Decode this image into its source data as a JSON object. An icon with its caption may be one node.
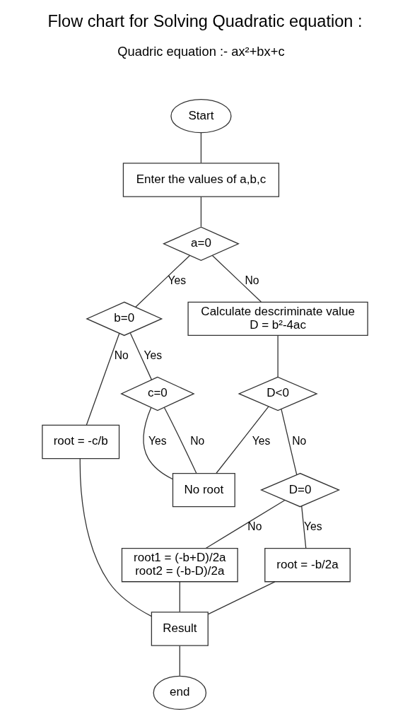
{
  "diagram": {
    "title": "Flow chart for Solving Quadratic equation :",
    "nodes": [
      {
        "text": [
          "Start"
        ]
      },
      {
        "text": [
          "Enter the values of a,b,c"
        ]
      },
      {
        "text": [
          "a=0"
        ]
      },
      {
        "text": [
          "b=0"
        ]
      },
      {
        "text": [
          "Calculate descriminate value",
          "D = b²-4ac"
        ]
      },
      {
        "text": [
          "c=0"
        ]
      },
      {
        "text": [
          "root = -c/b"
        ]
      },
      {
        "text": [
          "D<0"
        ]
      },
      {
        "text": [
          "No root"
        ]
      },
      {
        "text": [
          "D=0"
        ]
      },
      {
        "text": [
          "root = -b/2a"
        ]
      },
      {
        "text": [
          "root1 = (-b+D)/2a",
          "root2 = (-b-D)/2a"
        ]
      },
      {
        "text": [
          "Result"
        ]
      },
      {
        "text": [
          "end"
        ]
      }
    ],
    "edges": [
      {
        "from": 0,
        "to": 1,
        "arrow": "none"
      },
      {
        "from": 1,
        "to": 2,
        "arrow": "none"
      },
      {
        "from": 2,
        "to": 3,
        "label": "Yes",
        "arrow": "none"
      },
      {
        "from": 2,
        "to": 4,
        "label": "No",
        "arrow": "none"
      },
      {
        "from": 3,
        "to": 5,
        "label": "Yes",
        "arrow": "none"
      },
      {
        "from": 3,
        "to": 6,
        "label": "No",
        "arrow": "none"
      },
      {
        "from": 4,
        "to": 7,
        "arrow": "none"
      },
      {
        "from": 5,
        "to": 8,
        "label": "No",
        "arrow": "none"
      },
      {
        "from": 5,
        "to": 8,
        "label": "Yes",
        "arrow": "none"
      },
      {
        "from": 7,
        "to": 8,
        "label": "Yes",
        "arrow": "none"
      },
      {
        "from": 7,
        "to": 9,
        "label": "No",
        "arrow": "none"
      },
      {
        "from": 9,
        "to": 10,
        "label": "Yes",
        "arrow": "none"
      },
      {
        "from": 9,
        "to": 11,
        "label": "No",
        "arrow": "none"
      },
      {
        "from": 6,
        "to": 12,
        "arrow": "none"
      },
      {
        "from": 10,
        "to": 12,
        "arrow": "none"
      },
      {
        "from": 11,
        "to": 12,
        "arrow": "none"
      },
      {
        "from": 12,
        "to": 13,
        "arrow": "none"
      }
    ],
    "labels": [
      "Quadric equation :- ax²+bx+c"
    ]
  }
}
